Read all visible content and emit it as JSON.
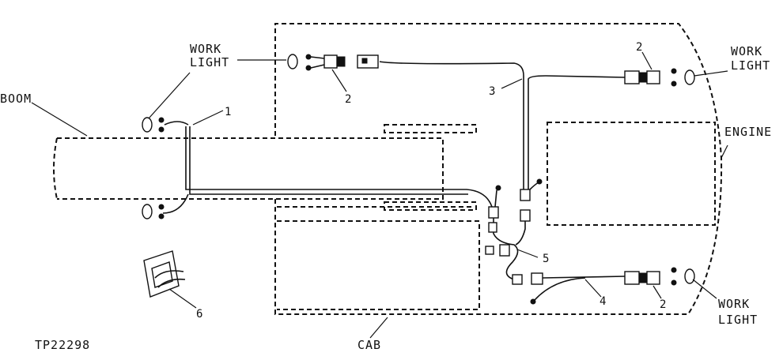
{
  "labels": {
    "work_light_left_1": "WORK",
    "work_light_left_2": "LIGHT",
    "work_light_right_top_1": "WORK",
    "work_light_right_top_2": "LIGHT",
    "work_light_right_bottom_1": "WORK",
    "work_light_right_bottom_2": "LIGHT",
    "boom": "BOOM",
    "engine": "ENGINE",
    "cab": "CAB",
    "figure_id": "TP22298"
  },
  "callouts": {
    "c1": "1",
    "c2_left": "2",
    "c2_right_top": "2",
    "c2_right_bottom": "2",
    "c3": "3",
    "c4": "4",
    "c5": "5",
    "c6": "6"
  }
}
